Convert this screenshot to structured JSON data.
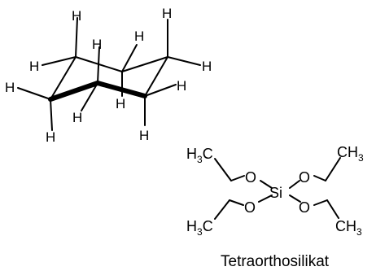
{
  "cyclohexane": {
    "hydrogen_label": "H"
  },
  "teos": {
    "methyl_h": "H",
    "methyl_3": "3",
    "methyl_c": "C",
    "methyl_ch": "CH",
    "oxygen": "O",
    "silicon": "Si",
    "caption": "Tetraorthosilikat"
  }
}
